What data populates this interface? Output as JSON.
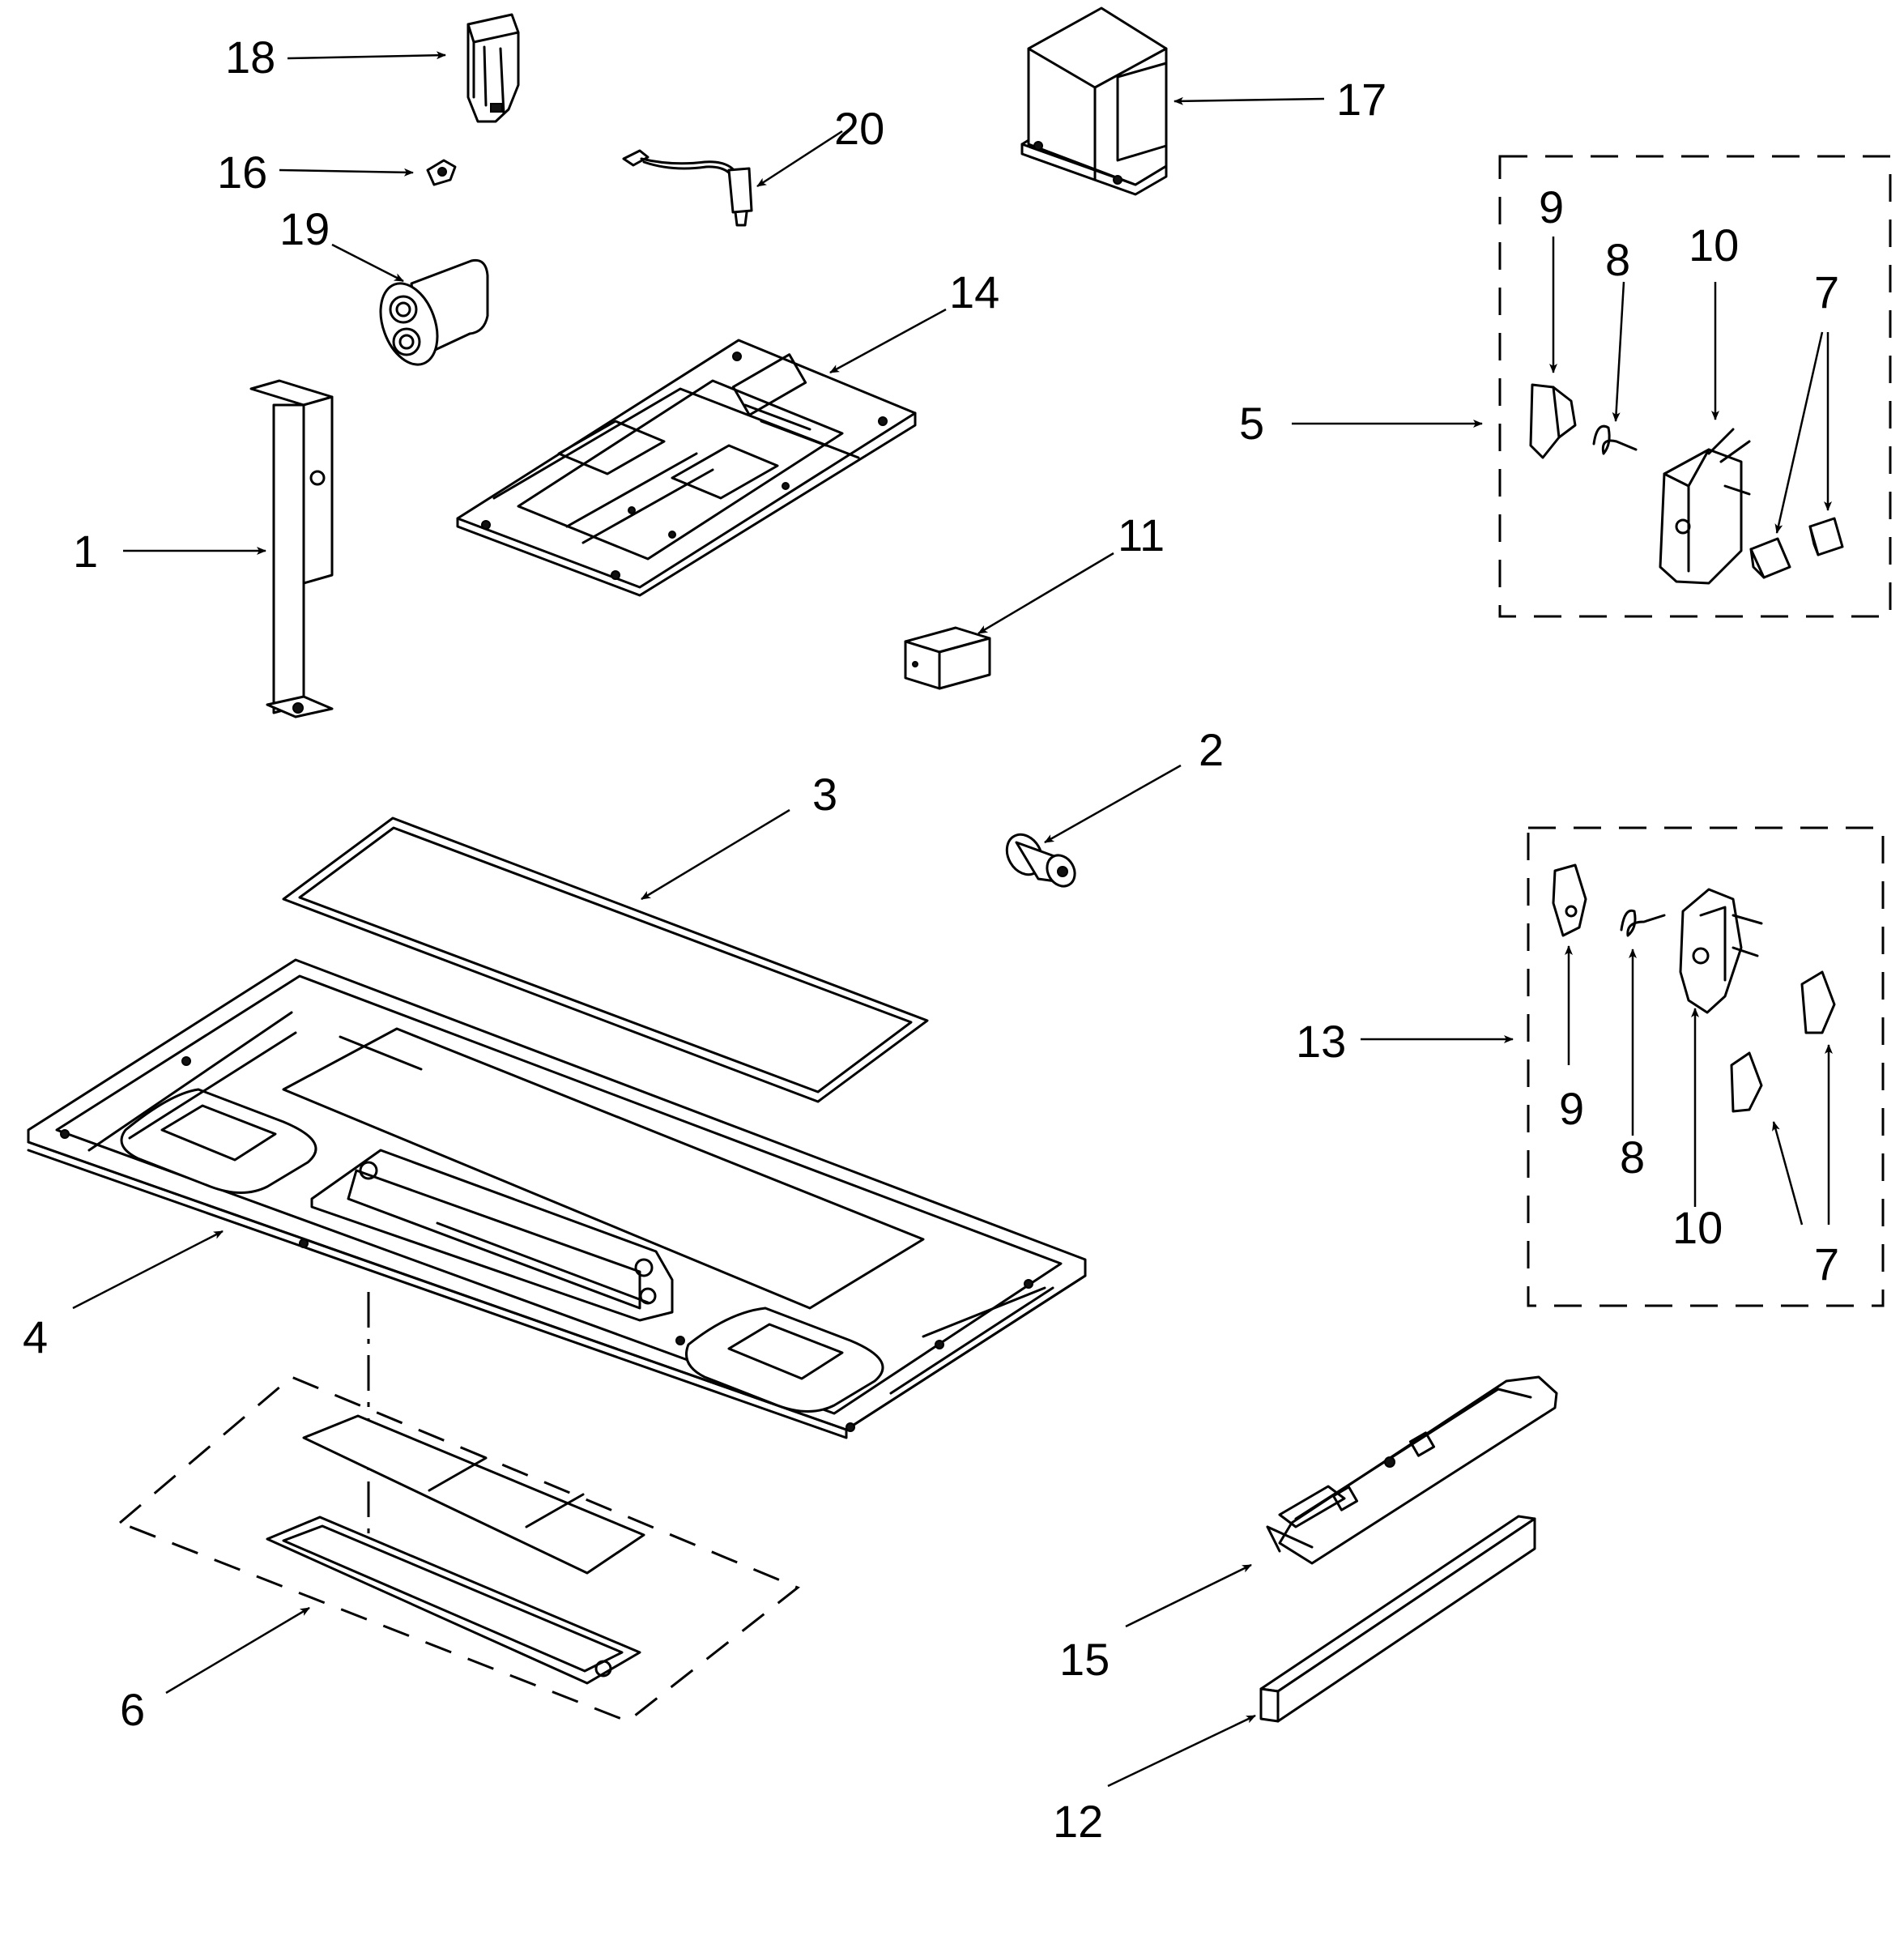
{
  "callouts": {
    "c1": "1",
    "c2": "2",
    "c3": "3",
    "c4": "4",
    "c5": "5",
    "c6": "6",
    "c7a": "7",
    "c7b": "7",
    "c8a": "8",
    "c8b": "8",
    "c9a": "9",
    "c9b": "9",
    "c10a": "10",
    "c10b": "10",
    "c11": "11",
    "c12": "12",
    "c13": "13",
    "c14": "14",
    "c15": "15",
    "c16": "16",
    "c17": "17",
    "c18": "18",
    "c19": "19",
    "c20": "20"
  }
}
